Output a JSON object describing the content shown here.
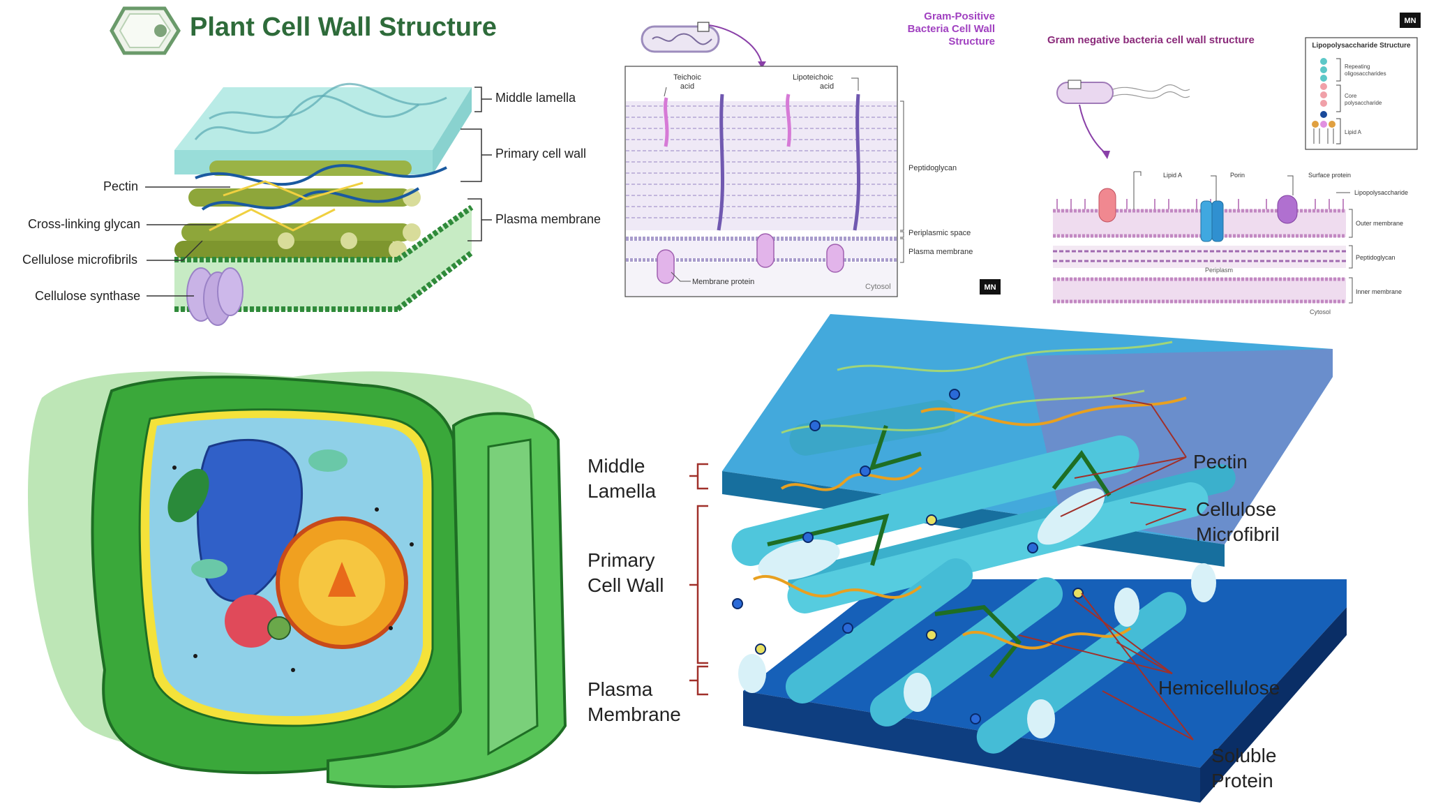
{
  "plant_wall": {
    "title": "Plant Cell Wall Structure",
    "labels": {
      "middle_lamella": "Middle lamella",
      "primary_wall": "Primary cell wall",
      "plasma_membrane": "Plasma membrane",
      "pectin": "Pectin",
      "cross_linking": "Cross-linking glycan",
      "microfibrils": "Cellulose microfibrils",
      "synthase": "Cellulose synthase"
    }
  },
  "gram_positive": {
    "title_lines": [
      "Gram-Positive",
      "Bacteria Cell Wall",
      "Structure"
    ],
    "labels": {
      "teichoic": [
        "Teichoic",
        "acid"
      ],
      "lipoteichoic": [
        "Lipoteichoic",
        "acid"
      ],
      "peptidoglycan": "Peptidoglycan",
      "periplasmic": "Periplasmic space",
      "plasma_membrane": "Plasma membrane",
      "membrane_protein": "Membrane protein",
      "cytosol": "Cytosol"
    },
    "badge": "MN"
  },
  "gram_negative": {
    "title": "Gram negative bacteria cell wall structure",
    "badge": "MN",
    "lps_box": {
      "title": "Lipopolysaccharide Structure",
      "repeating": [
        "Repeating",
        "oligosaccharides"
      ],
      "core": [
        "Core",
        "polysaccharide"
      ],
      "lipid_a": "Lipid A"
    },
    "labels": {
      "lipid_a": "Lipid A",
      "porin": "Porin",
      "surface_protein": "Surface protein",
      "lipopolysaccharide": "Lipopolysaccharide",
      "outer_membrane": "Outer membrane",
      "peptidoglycan": "Peptidoglycan",
      "periplasm": "Periplasm",
      "inner_membrane": "Inner membrane",
      "cytosol": "Cytosol"
    }
  },
  "wall_3d": {
    "labels": {
      "middle_lamella": [
        "Middle",
        "Lamella"
      ],
      "primary_wall": [
        "Primary",
        "Cell Wall"
      ],
      "plasma_membrane": [
        "Plasma",
        "Membrane"
      ],
      "pectin": "Pectin",
      "cellulose": [
        "Cellulose",
        "Microfibril"
      ],
      "hemicellulose": "Hemicellulose",
      "soluble_protein": [
        "Soluble",
        "Protein"
      ]
    }
  },
  "colors": {
    "plant_title": "#2e6b3a",
    "gram_pos_title": "#a040c0",
    "gram_neg_title": "#8a2a7a",
    "wall_blue": "#1f8fc8",
    "fibril_cyan": "#4fc6dc",
    "bracket_red": "#a0302a",
    "cell_green": "#3aa83a"
  }
}
